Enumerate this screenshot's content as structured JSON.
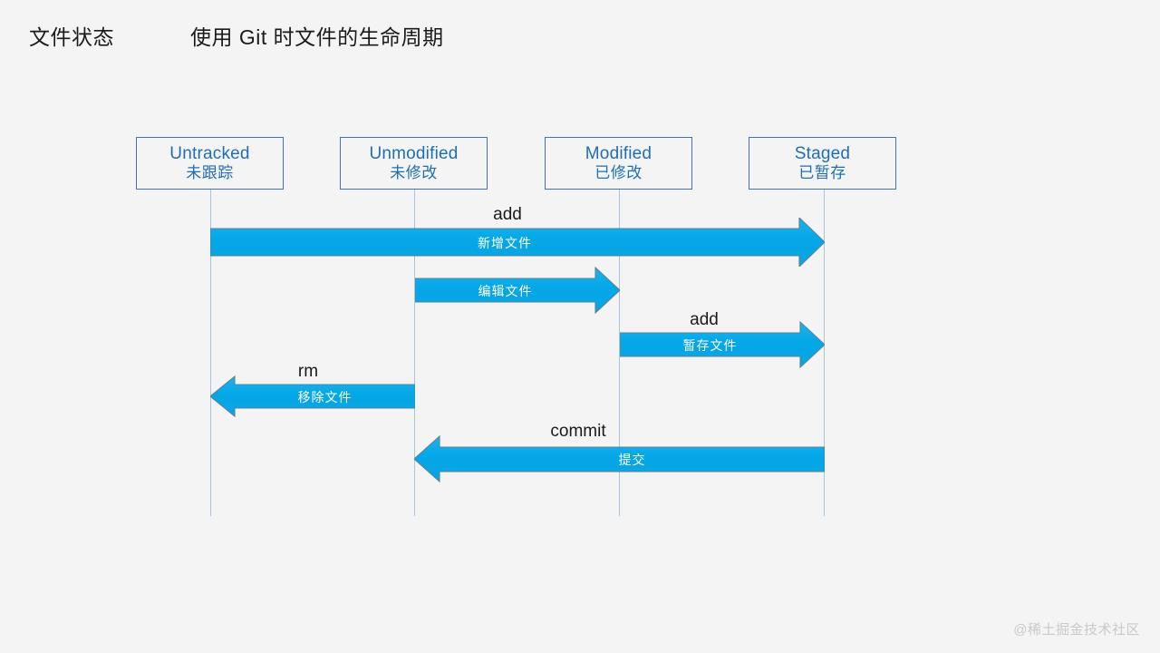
{
  "header": {
    "label": "文件状态",
    "title": "使用 Git 时文件的生命周期"
  },
  "diagram": {
    "type": "lifecycle-sequence",
    "states": [
      {
        "id": "untracked",
        "en": "Untracked",
        "zh": "未跟踪"
      },
      {
        "id": "unmodified",
        "en": "Unmodified",
        "zh": "未修改"
      },
      {
        "id": "modified",
        "en": "Modified",
        "zh": "已修改"
      },
      {
        "id": "staged",
        "en": "Staged",
        "zh": "已暂存"
      }
    ],
    "transitions": [
      {
        "id": "add-new",
        "command": "add",
        "text": "新增文件",
        "from": "untracked",
        "to": "staged",
        "direction": "right"
      },
      {
        "id": "edit",
        "command": "",
        "text": "编辑文件",
        "from": "unmodified",
        "to": "modified",
        "direction": "right"
      },
      {
        "id": "add-stage",
        "command": "add",
        "text": "暂存文件",
        "from": "modified",
        "to": "staged",
        "direction": "right"
      },
      {
        "id": "remove",
        "command": "rm",
        "text": "移除文件",
        "from": "unmodified",
        "to": "untracked",
        "direction": "left"
      },
      {
        "id": "commit",
        "command": "commit",
        "text": "提交",
        "from": "staged",
        "to": "unmodified",
        "direction": "left"
      }
    ]
  },
  "watermark": "@稀土掘金技术社区",
  "colors": {
    "background": "#f4f4f4",
    "box_border": "#4472a8",
    "box_text": "#1f6eb5",
    "arrow_fill": "#0aa8e8",
    "arrow_stroke": "#5b8299",
    "lifeline": "#a9c4de",
    "command_text": "#1a1a1a",
    "arrow_text": "#ffffff",
    "watermark": "#c9c9c9"
  }
}
